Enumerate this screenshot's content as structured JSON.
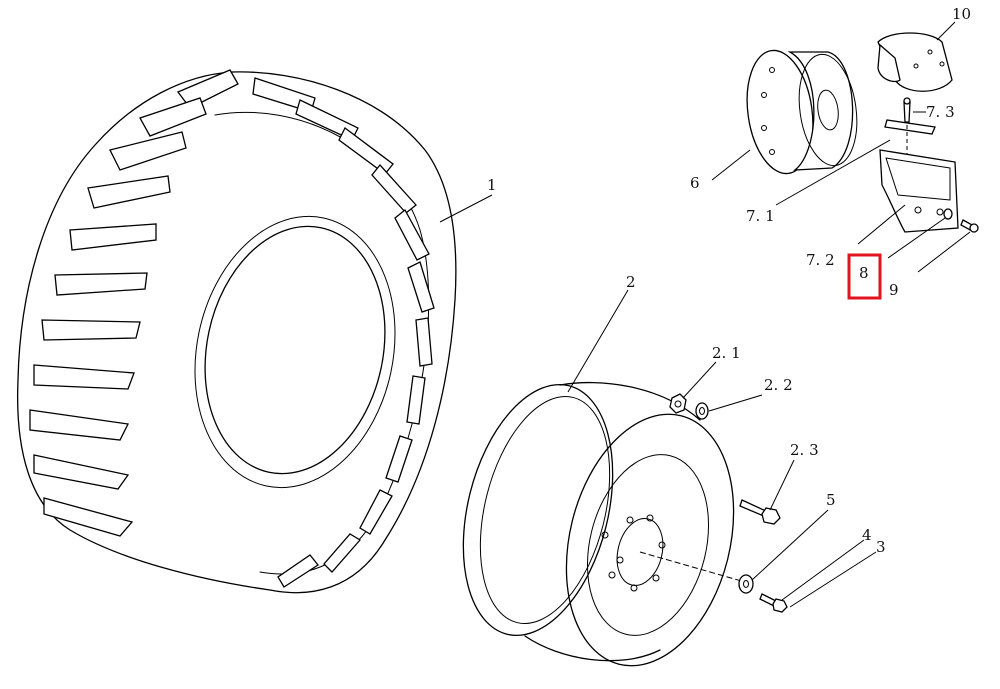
{
  "highlight_color": "#e0141e",
  "callouts": {
    "c1": "1",
    "c2": "2",
    "c2_1": "2. 1",
    "c2_2": "2. 2",
    "c2_3": "2. 3",
    "c3": "3",
    "c4": "4",
    "c5": "5",
    "c6": "6",
    "c7_1": "7. 1",
    "c7_2": "7. 2",
    "c7_3": "7. 3",
    "c8": "8",
    "c9": "9",
    "c10": "10"
  },
  "parts": [
    "tyre",
    "wheel-rim",
    "nut",
    "washer",
    "bolt",
    "hub",
    "clamp-half",
    "wedge",
    "screw",
    "spacer"
  ],
  "highlighted_callout": "8"
}
